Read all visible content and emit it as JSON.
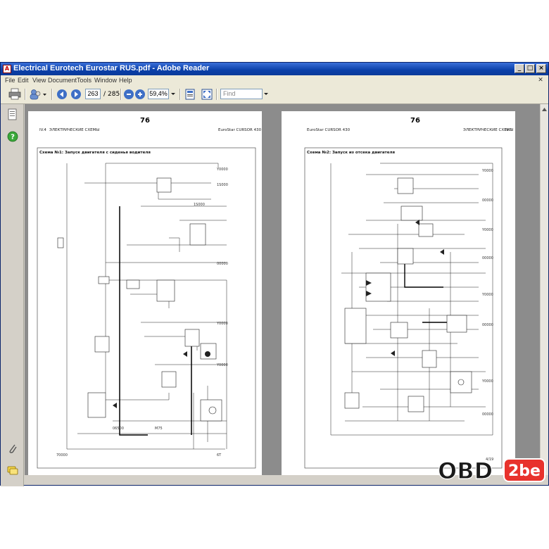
{
  "window": {
    "title": "Electrical Eurotech Eurostar RUS.pdf - Adobe Reader",
    "app_icon": "adobe-reader-icon",
    "controls": {
      "minimize": "_",
      "maximize": "□",
      "close": "×"
    }
  },
  "menu": [
    "File",
    "Edit",
    "View",
    "Document",
    "Tools",
    "Window",
    "Help"
  ],
  "toolbar": {
    "current_page": "263",
    "page_separator": "/",
    "total_pages": "285",
    "zoom": "59,4%",
    "find_placeholder": "Find"
  },
  "left_page": {
    "page_number": "76",
    "section": "IV.4",
    "section_title": "ЭЛЕКТРИЧЕСКИЕ СХЕМЫ",
    "model": "EuroStar CURSOR 430",
    "caption": "Схема №1: Запуск двигателя с сиденья водителя"
  },
  "right_page": {
    "page_number": "76",
    "model": "EuroStar CURSOR 430",
    "section_title": "ЭЛЕКТРИЧЕСКИЕ СХЕМЫ",
    "section": "IV.5",
    "caption": "Схема №2: Запуск из отсека двигателя"
  },
  "watermark": {
    "text_left": "OBD",
    "text_right": "2be"
  },
  "colors": {
    "title_bar": "#0a3fa8",
    "accent_blue": "#3e6fc6",
    "watermark_red": "#e8322c"
  }
}
